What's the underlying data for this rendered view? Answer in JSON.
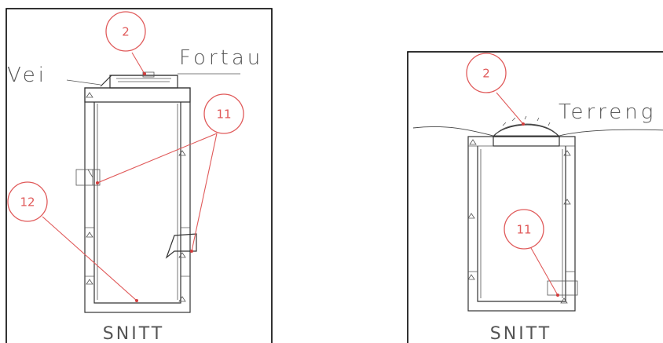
{
  "left_drawing": {
    "labels": {
      "road": "Vei",
      "sidewalk": "Fortau",
      "section": "SNITT"
    },
    "callouts": [
      "2",
      "11",
      "12"
    ]
  },
  "right_drawing": {
    "labels": {
      "terrain": "Terreng",
      "section": "SNITT"
    },
    "callouts": [
      "2",
      "11"
    ]
  },
  "colors": {
    "callout": "#e05a5a",
    "line": "#333333",
    "frame": "#000000"
  }
}
